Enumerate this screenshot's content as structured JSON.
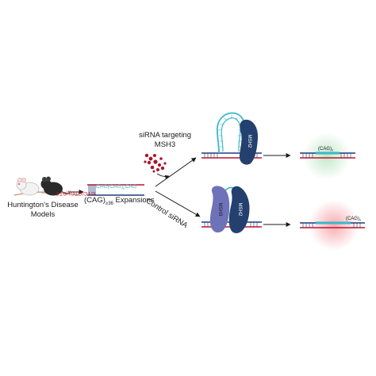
{
  "models": {
    "label_line1": "Huntington’s Disease",
    "label_line2": "Models"
  },
  "repeat_dna": {
    "top_strand_text": "CAG(CAG)",
    "top_strand_sub": "n",
    "top_strand_end": "CAG",
    "bottom_strand_text": "GTC(GTC)",
    "bottom_strand_sub": "n",
    "bottom_strand_end": "GTC"
  },
  "expansion_label": {
    "prefix": "(CAG)",
    "subscript": "≥36",
    "suffix": " Expansions"
  },
  "sirna": {
    "line1": "siRNA targeting",
    "line2": "MSH3"
  },
  "control": {
    "label": "Control siRNA"
  },
  "proteins": {
    "msh2_top": "MSH2",
    "msh3": "MSH3",
    "msh2_bottom": "MSH2"
  },
  "outcomes": {
    "top_repeat_prefix": "(CAG)",
    "top_repeat_sub": "n",
    "bottom_repeat_prefix": "(CAG)",
    "bottom_repeat_sub": "n"
  },
  "colors": {
    "dna_red": "#c0142b",
    "dna_blue": "#1f3c7a",
    "repeat_cyan": "#39b7c9",
    "msh2_navy": "#23406e",
    "msh3_purple": "#6e72b8",
    "halo_green": "#bfe6c6",
    "halo_red": "#f5a7ad",
    "sirna_red": "#a8182a",
    "arrow": "#1a1a1a"
  }
}
